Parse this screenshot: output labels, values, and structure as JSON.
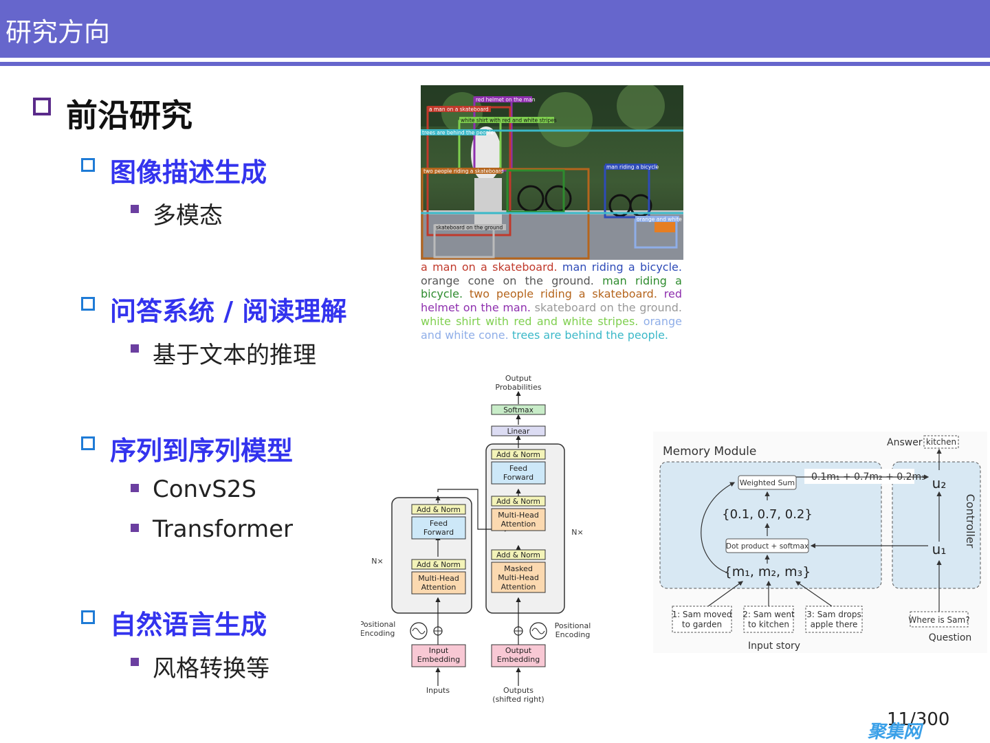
{
  "header": {
    "title": "研究方向"
  },
  "outline": {
    "l1": "前沿研究",
    "sections": [
      {
        "title": "图像描述生成",
        "items": [
          "多模态"
        ]
      },
      {
        "title": "问答系统 / 阅读理解",
        "items": [
          "基于文本的推理"
        ]
      },
      {
        "title": "序列到序列模型",
        "items": [
          "ConvS2S",
          "Transformer"
        ]
      },
      {
        "title": "自然语言生成",
        "items": [
          "风格转换等"
        ]
      }
    ]
  },
  "image_caption": {
    "box_labels": [
      "red helmet on the man",
      "a man on a skateboard",
      "white shirt with red and white stripes",
      "trees are behind the people",
      "two people riding a skateboard",
      "man riding a bicycle",
      "orange and white",
      "skateboard on the ground"
    ],
    "segments": [
      {
        "text": "a man on a skateboard.",
        "color": "#c0392b"
      },
      {
        "text": "man riding a bicycle.",
        "color": "#2e4bb8"
      },
      {
        "text": "orange cone on the ground.",
        "color": "#555555"
      },
      {
        "text": "man riding a bicycle.",
        "color": "#2e8b2e"
      },
      {
        "text": "two people riding a skateboard.",
        "color": "#b5651d"
      },
      {
        "text": "red helmet on the man.",
        "color": "#8e2fae"
      },
      {
        "text": "skateboard on the ground.",
        "color": "#999999"
      },
      {
        "text": "white shirt with red and white stripes.",
        "color": "#7fcf4f"
      },
      {
        "text": "orange and white cone.",
        "color": "#8faee8"
      },
      {
        "text": "trees are behind the people.",
        "color": "#3bb8c8"
      }
    ]
  },
  "transformer": {
    "output_probs": "Output\nProbabilities",
    "softmax": "Softmax",
    "linear": "Linear",
    "add_norm": "Add & Norm",
    "feed_forward": "Feed\nForward",
    "mha": "Multi-Head\nAttention",
    "masked_mha": "Masked\nMulti-Head\nAttention",
    "nx": "N×",
    "pos_enc": "Positional\nEncoding",
    "input_emb": "Input\nEmbedding",
    "output_emb": "Output\nEmbedding",
    "inputs": "Inputs",
    "outputs": "Outputs\n(shifted right)"
  },
  "memory_network": {
    "module_label": "Memory Module",
    "controller": "Controller",
    "answer": "Answer",
    "answer_value": "kitchen",
    "weighted_sum": "Weighted Sum",
    "weights": "{0.1, 0.7, 0.2}",
    "dot_product": "Dot product + softmax",
    "memories": "{m₁, m₂, m₃}",
    "formula": "0.1m₁ + 0.7m₂ + 0.2m₃",
    "u1": "u₁",
    "u2": "u₂",
    "story": [
      "1: Sam moved\nto garden",
      "2: Sam went\nto kitchen",
      "3: Sam drops\napple there"
    ],
    "input_story": "Input story",
    "question_text": "Where is Sam?",
    "question": "Question"
  },
  "footer": {
    "page": "11/300",
    "watermark": "聚集网"
  }
}
